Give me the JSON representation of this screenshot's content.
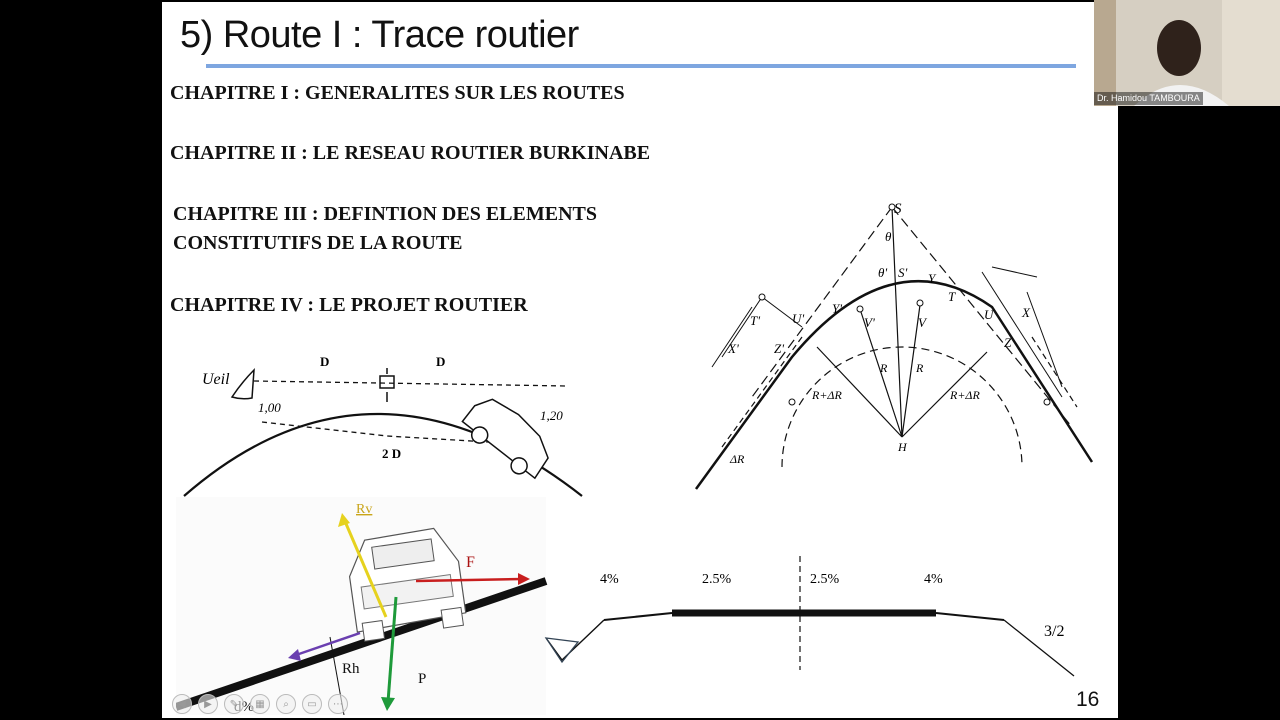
{
  "slide": {
    "title": "5) Route I : Trace routier",
    "page_number": "16",
    "chapters": [
      "CHAPITRE I : GENERALITES SUR LES ROUTES",
      "CHAPITRE II : LE RESEAU ROUTIER BURKINABE",
      "CHAPITRE III : DEFINTION DES ELEMENTS",
      "CONSTITUTIFS DE LA ROUTE",
      "CHAPITRE IV : LE PROJET ROUTIER"
    ]
  },
  "sight_diagram": {
    "eye_label": "Ueil",
    "d_left": "D",
    "d_right": "D",
    "two_d": "2 D",
    "eye_height": "1,00",
    "obstacle_height": "1,20"
  },
  "curve_diagram": {
    "labels": [
      "S",
      "θ",
      "θ'",
      "S'",
      "Y",
      "Y'",
      "V",
      "V'",
      "U",
      "U'",
      "X",
      "X'",
      "T",
      "T'",
      "Z",
      "Z'",
      "R",
      "R",
      "R+ΔR",
      "R+ΔR",
      "ΔR",
      "H"
    ]
  },
  "forces_diagram": {
    "rv": "Rv",
    "f": "F",
    "rh": "Rh",
    "p": "P",
    "slope": "d%",
    "colors": {
      "rv": "#e6d21e",
      "f": "#c81e1e",
      "rh": "#6a3fb0",
      "p": "#1e9a3a"
    }
  },
  "cross_section": {
    "slopes": [
      "4%",
      "2.5%",
      "2.5%",
      "4%"
    ],
    "talus": "3/2"
  },
  "webcam": {
    "name": "Dr. Hamidou TAMBOURA"
  }
}
